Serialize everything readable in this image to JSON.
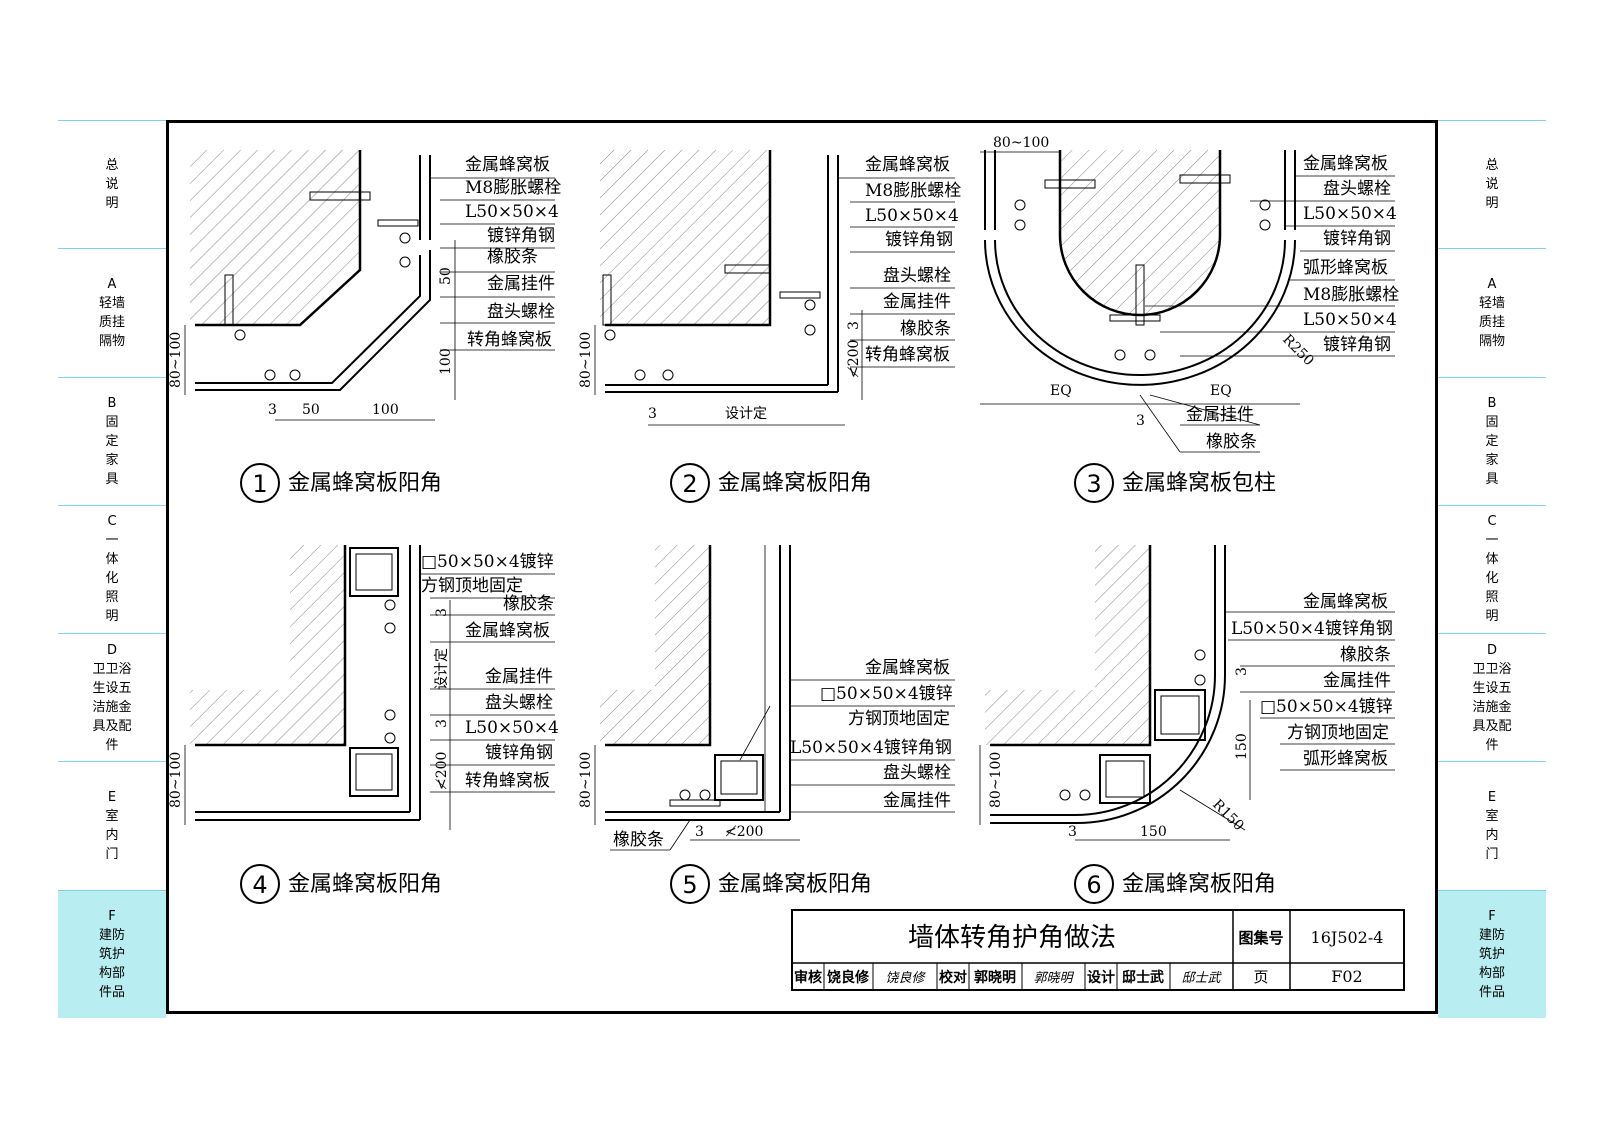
{
  "left_tabs": [
    {
      "letter": "",
      "lines": [
        "总",
        "说",
        "明"
      ]
    },
    {
      "letter": "A",
      "lines": [
        "轻墙",
        "质挂",
        "隔物"
      ]
    },
    {
      "letter": "B",
      "lines": [
        "固",
        "定",
        "家",
        "具"
      ]
    },
    {
      "letter": "C",
      "lines": [
        "一",
        "体",
        "化",
        "照",
        "明"
      ]
    },
    {
      "letter": "D",
      "lines": [
        "卫卫浴",
        "生设五",
        "洁施金",
        "具及配",
        "件"
      ]
    },
    {
      "letter": "E",
      "lines": [
        "室",
        "内",
        "门"
      ]
    },
    {
      "letter": "F",
      "lines": [
        "建防",
        "筑护",
        "构部",
        "件品"
      ]
    }
  ],
  "right_tabs": [
    {
      "letter": "",
      "lines": [
        "总",
        "说",
        "明"
      ]
    },
    {
      "letter": "A",
      "lines": [
        "轻墙",
        "质挂",
        "隔物"
      ]
    },
    {
      "letter": "B",
      "lines": [
        "固",
        "定",
        "家",
        "具"
      ]
    },
    {
      "letter": "C",
      "lines": [
        "一",
        "体",
        "化",
        "照",
        "明"
      ]
    },
    {
      "letter": "D",
      "lines": [
        "卫卫浴",
        "生设五",
        "洁施金",
        "具及配",
        "件"
      ]
    },
    {
      "letter": "E",
      "lines": [
        "室",
        "内",
        "门"
      ]
    },
    {
      "letter": "F",
      "lines": [
        "建防",
        "筑护",
        "构部",
        "件品"
      ]
    }
  ],
  "active_tab_index": 6,
  "details": [
    {
      "number": "1",
      "title": "金属蜂窝板阳角",
      "labels": [
        "金属蜂窝板",
        "M8膨胀螺栓",
        "L50×50×4",
        "镀锌角钢",
        "橡胶条",
        "金属挂件",
        "盘头螺栓",
        "转角蜂窝板"
      ],
      "dims": [
        "80~100",
        "3",
        "50",
        "100",
        "50",
        "100"
      ]
    },
    {
      "number": "2",
      "title": "金属蜂窝板阳角",
      "labels": [
        "金属蜂窝板",
        "M8膨胀螺栓",
        "L50×50×4",
        "镀锌角钢",
        "盘头螺栓",
        "金属挂件",
        "橡胶条",
        "转角蜂窝板"
      ],
      "dims": [
        "80~100",
        "3",
        "设计定",
        "3",
        "≮200"
      ]
    },
    {
      "number": "3",
      "title": "金属蜂窝板包柱",
      "labels": [
        "金属蜂窝板",
        "盘头螺栓",
        "L50×50×4",
        "镀锌角钢",
        "弧形蜂窝板",
        "M8膨胀螺栓",
        "L50×50×4",
        "镀锌角钢",
        "金属挂件",
        "橡胶条"
      ],
      "dims": [
        "80~100",
        "R250",
        "EQ",
        "EQ",
        "3"
      ]
    },
    {
      "number": "4",
      "title": "金属蜂窝板阳角",
      "labels": [
        "□50×50×4镀锌",
        "方钢顶地固定",
        "橡胶条",
        "金属蜂窝板",
        "金属挂件",
        "盘头螺栓",
        "L50×50×4",
        "镀锌角钢",
        "转角蜂窝板"
      ],
      "dims": [
        "3",
        "设计定",
        "3",
        "≮200",
        "80~100"
      ]
    },
    {
      "number": "5",
      "title": "金属蜂窝板阳角",
      "labels": [
        "金属蜂窝板",
        "□50×50×4镀锌",
        "方钢顶地固定",
        "L50×50×4镀锌角钢",
        "盘头螺栓",
        "金属挂件",
        "橡胶条"
      ],
      "dims": [
        "80~100",
        "3",
        "≮200"
      ]
    },
    {
      "number": "6",
      "title": "金属蜂窝板阳角",
      "labels": [
        "金属蜂窝板",
        "L50×50×4镀锌角钢",
        "橡胶条",
        "金属挂件",
        "□50×50×4镀锌",
        "方钢顶地固定",
        "弧形蜂窝板"
      ],
      "dims": [
        "3",
        "150",
        "R150",
        "80~100",
        "3",
        "150"
      ]
    }
  ],
  "title_block": {
    "title": "墙体转角护角做法",
    "atlas_label": "图集号",
    "atlas_no": "16J502-4",
    "page_label": "页",
    "page_no": "F02",
    "review_label": "审核",
    "reviewer": "饶良修",
    "reviewer_sig": "饶良修",
    "check_label": "校对",
    "checker": "郭晓明",
    "checker_sig": "郭晓明",
    "design_label": "设计",
    "designer": "邸士武",
    "designer_sig": "邸士武"
  }
}
